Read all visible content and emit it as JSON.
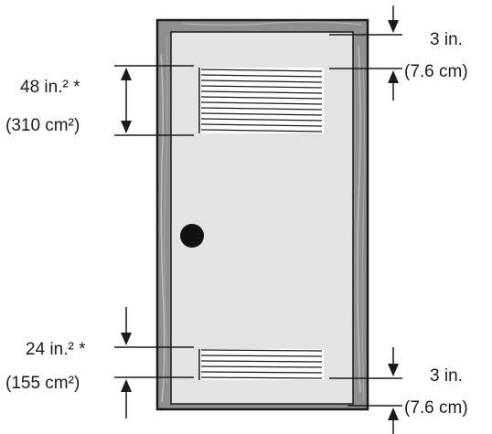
{
  "labels": {
    "top_vent_area": "48 in.² *",
    "top_vent_area_metric": "(310 cm²)",
    "bottom_vent_area": "24 in.²  *",
    "bottom_vent_area_metric": "(155 cm²)",
    "top_clearance": "3 in.",
    "top_clearance_metric": "(7.6 cm)",
    "bottom_clearance": "3 in.",
    "bottom_clearance_metric": "(7.6 cm)"
  },
  "colors": {
    "frame_outline": "#1a1a1a",
    "frame_fill": "#8f8f8f",
    "door_fill": "#e3e3e3",
    "line": "#1a1a1a"
  }
}
